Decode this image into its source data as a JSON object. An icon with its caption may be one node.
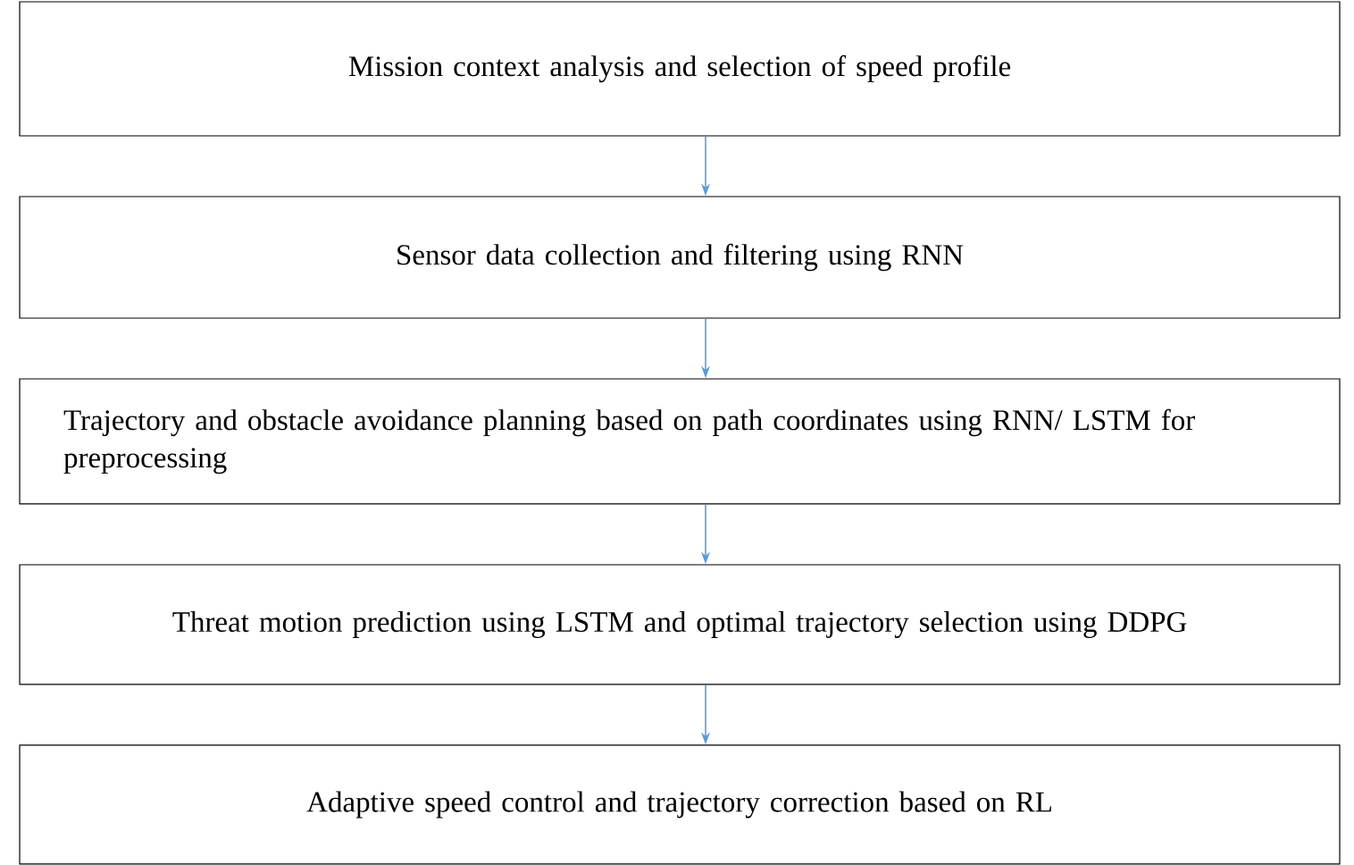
{
  "diagram": {
    "nodes": [
      {
        "text": [
          "Mission context analysis and selection of speed profile"
        ]
      },
      {
        "text": [
          "Sensor data collection and filtering using RNN"
        ]
      },
      {
        "text": [
          "Trajectory and obstacle avoidance planning based on path coordinates using RNN/ LSTM for preprocessing"
        ]
      },
      {
        "text": [
          "Threat motion prediction using LSTM and optimal trajectory selection using DDPG"
        ]
      },
      {
        "text": [
          "Adaptive speed control and trajectory correction based on RL"
        ]
      }
    ],
    "edges": [
      {
        "from": 0,
        "to": 1,
        "arrow": "to"
      },
      {
        "from": 1,
        "to": 2,
        "arrow": "to"
      },
      {
        "from": 2,
        "to": 3,
        "arrow": "to"
      },
      {
        "from": 3,
        "to": 4,
        "arrow": "to"
      }
    ]
  }
}
